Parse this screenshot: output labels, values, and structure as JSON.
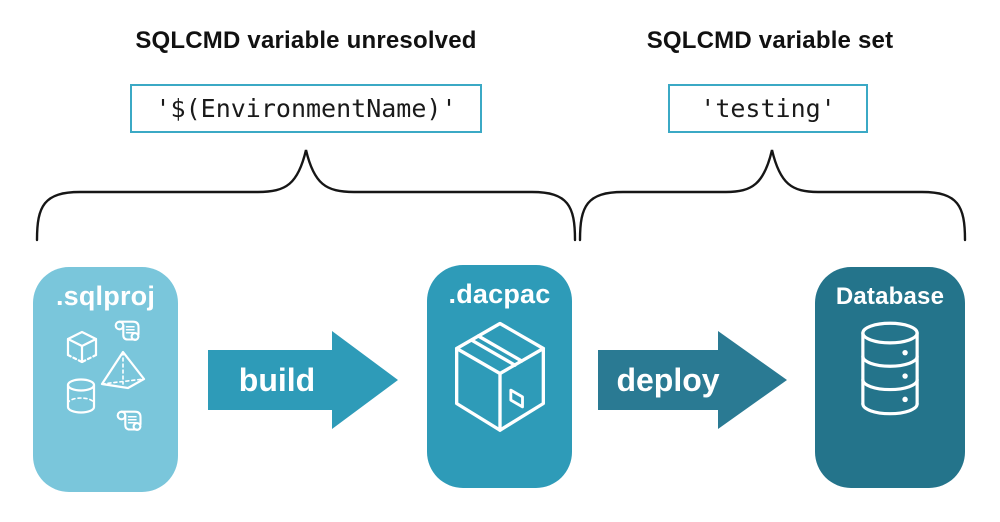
{
  "annotations": {
    "left": {
      "heading": "SQLCMD variable unresolved",
      "code": "'$(EnvironmentName)'"
    },
    "right": {
      "heading": "SQLCMD variable set",
      "code": "'testing'"
    }
  },
  "pipeline": {
    "nodes": [
      {
        "label": ".sqlproj",
        "icon": "sql-project-objects-icon",
        "color": "#7AC6DB"
      },
      {
        "label": ".dacpac",
        "icon": "package-box-icon",
        "color": "#2E9BB8"
      },
      {
        "label": "Database",
        "icon": "database-cylinder-icon",
        "color": "#24748B"
      }
    ],
    "arrows": [
      {
        "label": "build",
        "color": "#2E9BB8"
      },
      {
        "label": "deploy",
        "color": "#2A7A93"
      }
    ]
  },
  "colors": {
    "sqlproj_card": "#7AC6DB",
    "dacpac_card": "#2E9BB8",
    "database_card": "#24748B",
    "build_arrow": "#2E9BB8",
    "deploy_arrow": "#2A7A93",
    "code_box_border": "#3BA9C5",
    "brace": "#161616",
    "heading_text": "#111111",
    "code_text": "#1A1A1A",
    "card_text": "#FFFFFF"
  }
}
